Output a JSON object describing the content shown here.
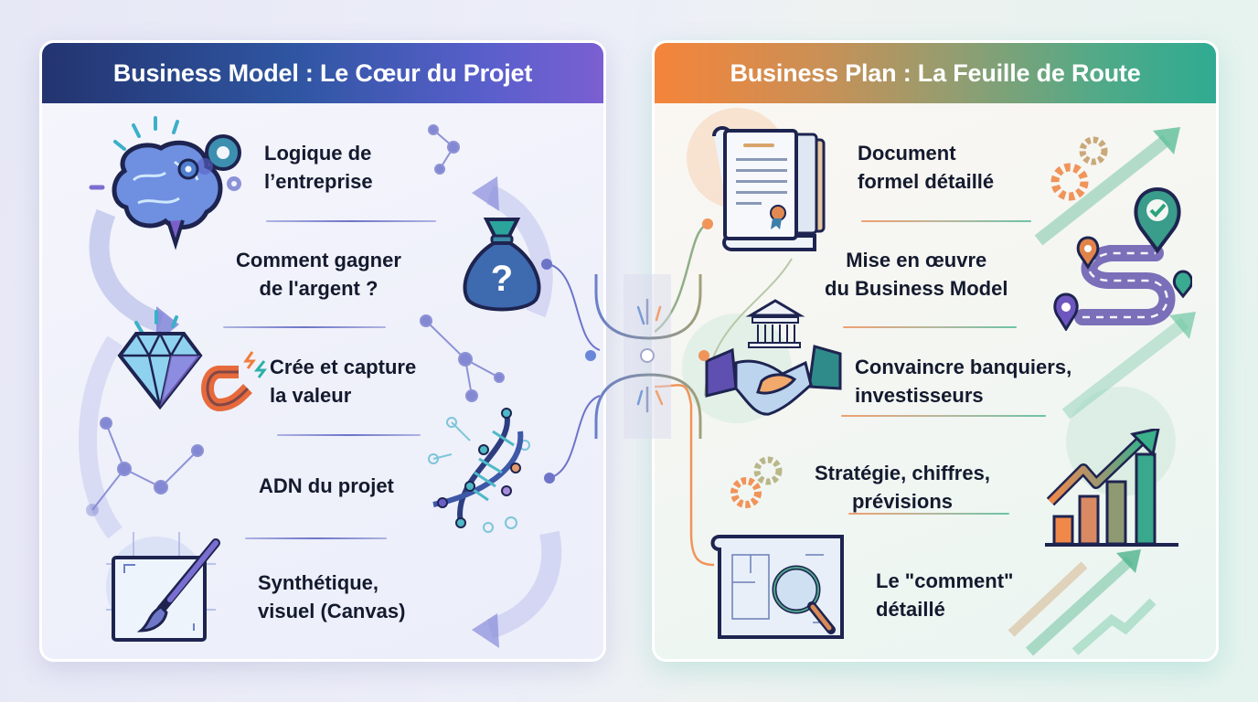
{
  "left_panel": {
    "title": "Business Model : Le Cœur du Projet",
    "colors": {
      "header_start": "#233470",
      "header_end": "#7b5fd1",
      "accent": "#6d74c8"
    },
    "items": [
      {
        "label": "Logique de\nl’entreprise",
        "icon": "brain-gears-icon"
      },
      {
        "label": "Comment gagner\nde l'argent ?",
        "icon": "money-bag-question-icon"
      },
      {
        "label": "Crée et capture\nla valeur",
        "icon": "diamond-magnet-icon"
      },
      {
        "label": "ADN du projet",
        "icon": "dna-helix-icon"
      },
      {
        "label": "Synthétique,\nvisuel (Canvas)",
        "icon": "canvas-paintbrush-icon"
      }
    ]
  },
  "right_panel": {
    "title": "Business Plan : La Feuille de Route",
    "colors": {
      "header_start": "#f5843a",
      "header_end": "#2fab92",
      "accent": "#4faa88"
    },
    "items": [
      {
        "label": "Document\nformel détaillé",
        "icon": "document-scroll-icon"
      },
      {
        "label": "Mise en œuvre\ndu Business Model",
        "icon": "roadmap-pins-icon"
      },
      {
        "label": "Convaincre banquiers,\ninvestisseurs",
        "icon": "bank-handshake-icon"
      },
      {
        "label": "Stratégie, chiffres,\nprévisions",
        "icon": "growth-bar-chart-icon"
      },
      {
        "label": "Le \"comment\"\ndétaillé",
        "icon": "blueprint-magnifier-icon"
      }
    ]
  }
}
